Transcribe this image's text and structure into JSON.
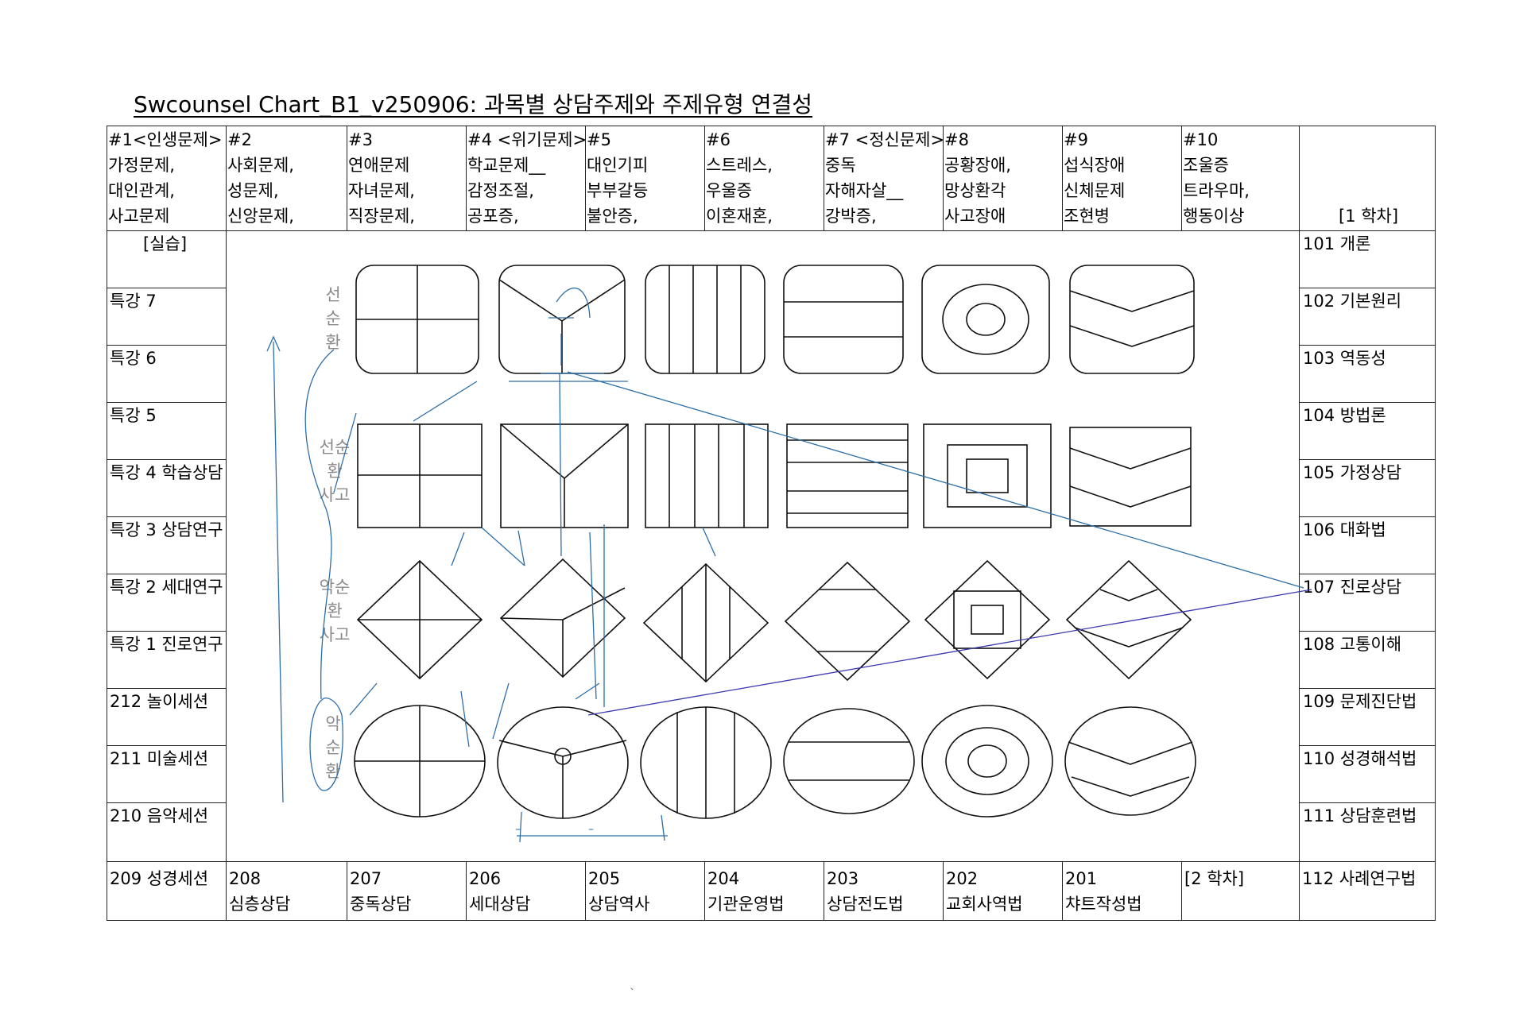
{
  "title": "Swcounsel Chart_B1_v250906: 과목별 상담주제와 주제유형 연결성",
  "header_columns": [
    {
      "heading": "#1<인생문제>",
      "lines": [
        "가정문제,",
        "대인관계,",
        "사고문제"
      ]
    },
    {
      "heading": "#2",
      "lines": [
        "사회문제,",
        "성문제,",
        "신앙문제,"
      ]
    },
    {
      "heading": "#3",
      "lines": [
        "연애문제",
        "자녀문제,",
        "직장문제,"
      ]
    },
    {
      "heading": "#4 <위기문제>",
      "lines": [
        "학교문제__",
        "감정조절,",
        "공포증,"
      ]
    },
    {
      "heading": "#5",
      "lines": [
        "대인기피",
        "부부갈등",
        "불안증,"
      ]
    },
    {
      "heading": "#6",
      "lines": [
        "스트레스,",
        "우울증",
        "이혼재혼,"
      ]
    },
    {
      "heading": "#7 <정신문제>",
      "lines": [
        "중독",
        "자해자살__",
        "강박증,"
      ]
    },
    {
      "heading": "#8",
      "lines": [
        "공황장애,",
        "망상환각",
        "사고장애"
      ]
    },
    {
      "heading": "#9",
      "lines": [
        "섭식장애",
        "신체문제",
        "조현병"
      ]
    },
    {
      "heading": "#10",
      "lines": [
        "조울증",
        "트라우마,",
        "행동이상"
      ]
    }
  ],
  "header_right": "[1 학차]",
  "left_column": [
    "[실습]",
    "특강 7",
    "특강 6",
    "특강 5",
    "특강 4 학습상담",
    "특강 3 상담연구",
    "특강 2 세대연구",
    "특강 1 진로연구",
    "212 놀이세션",
    "211 미술세션",
    "210 음악세션"
  ],
  "right_column": [
    "101 개론",
    "102 기본원리",
    "103 역동성",
    "104 방법론",
    "105 가정상담",
    "106 대화법",
    "107 진로상담",
    "108 고통이해",
    "109 문제진단법",
    "110 성경해석법",
    "111 상담훈련법"
  ],
  "bottom_row": [
    {
      "num": "209 성경세션",
      "name": ""
    },
    {
      "num": "208",
      "name": "심층상담"
    },
    {
      "num": "207",
      "name": "중독상담"
    },
    {
      "num": "206",
      "name": "세대상담"
    },
    {
      "num": "205",
      "name": "상담역사"
    },
    {
      "num": "204",
      "name": "기관운영법"
    },
    {
      "num": "203",
      "name": "상담전도법"
    },
    {
      "num": "202",
      "name": "교회사역법"
    },
    {
      "num": "201",
      "name": "챠트작성법"
    },
    {
      "num": "[2 학차]",
      "name": ""
    },
    {
      "num": "112 사례연구법",
      "name": ""
    }
  ],
  "diagram_labels": {
    "row1": [
      "선",
      "순",
      "환"
    ],
    "row2": [
      "선순",
      "환",
      "사고"
    ],
    "row3": [
      "악순",
      "환",
      "사고"
    ],
    "row4": [
      "악",
      "순",
      "환"
    ]
  },
  "colors": {
    "grid": "#222222",
    "shape": "#111111",
    "annotation": "#2d6ea8",
    "label": "#8a8a8a"
  }
}
